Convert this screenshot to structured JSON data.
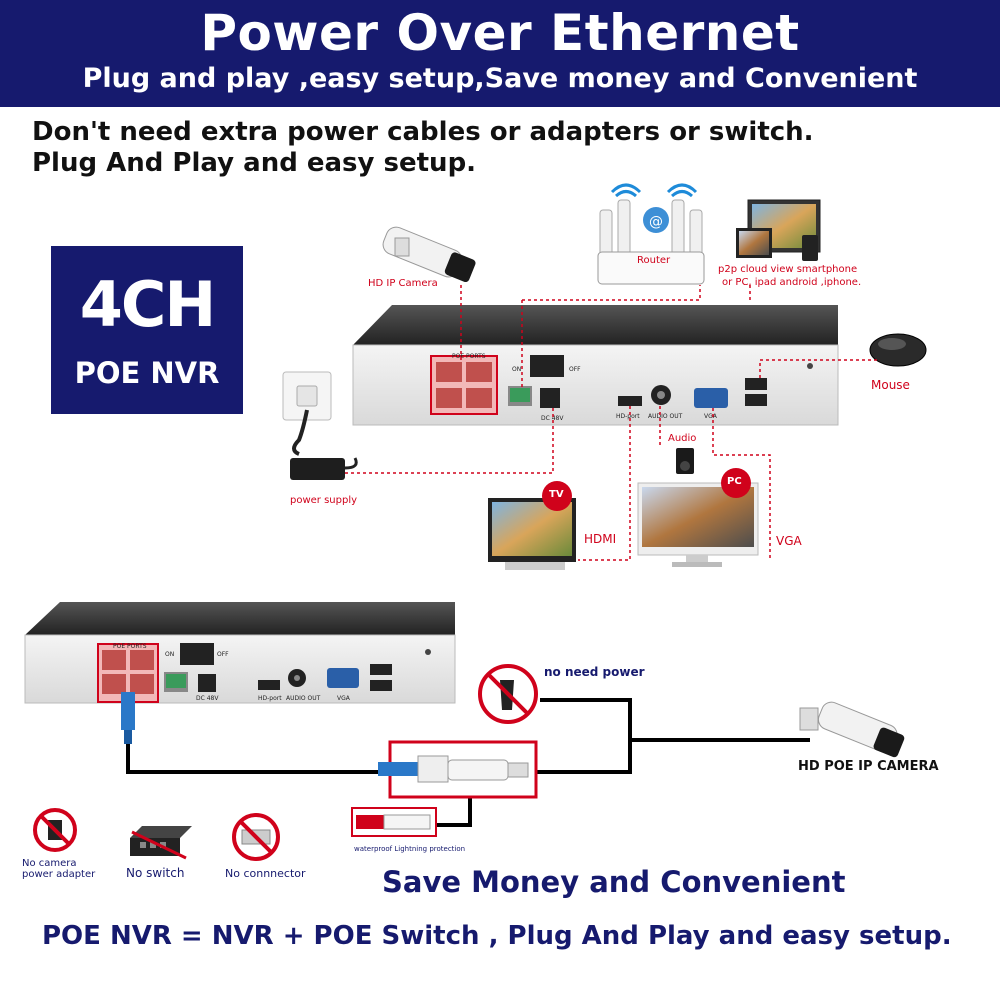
{
  "header": {
    "title": "Power Over Ethernet",
    "subtitle": "Plug and play ,easy setup,Save money and Convenient"
  },
  "intro": {
    "line1": "Don't need extra power cables or adapters or switch.",
    "line2": "Plug And Play and easy setup."
  },
  "badge": {
    "line1": "4CH",
    "line2": "POE NVR"
  },
  "top_diagram": {
    "camera_label": "HD IP Camera",
    "router_label": "Router",
    "p2p_line1": "p2p cloud  view smartphone",
    "p2p_line2": "or PC, ipad android ,iphone.",
    "mouse_label": "Mouse",
    "power_label": "power supply",
    "audio_label": "Audio",
    "tv_badge": "TV",
    "pc_badge": "PC",
    "hdmi_label": "HDMI",
    "vga_label": "VGA",
    "nvr_ports": {
      "poe": "POE PORTS",
      "on": "ON",
      "off": "OFF",
      "dc": "DC 48V",
      "hd": "HD-port",
      "audio": "AUDIO OUT",
      "vga": "VGA"
    }
  },
  "bottom_diagram": {
    "no_need_power": "no need power",
    "camera_label": "HD POE IP CAMERA",
    "waterproof": "waterproof Lightning protection",
    "no_adapter_line1": "No camera",
    "no_adapter_line2": "power adapter",
    "no_switch": "No switch",
    "no_connector": "No connnector"
  },
  "footer": {
    "save": "Save Money and Convenient",
    "equation": "POE NVR = NVR + POE Switch , Plug And Play and easy setup."
  },
  "colors": {
    "navy": "#161a6e",
    "red": "#d0021b",
    "black": "#111111"
  }
}
